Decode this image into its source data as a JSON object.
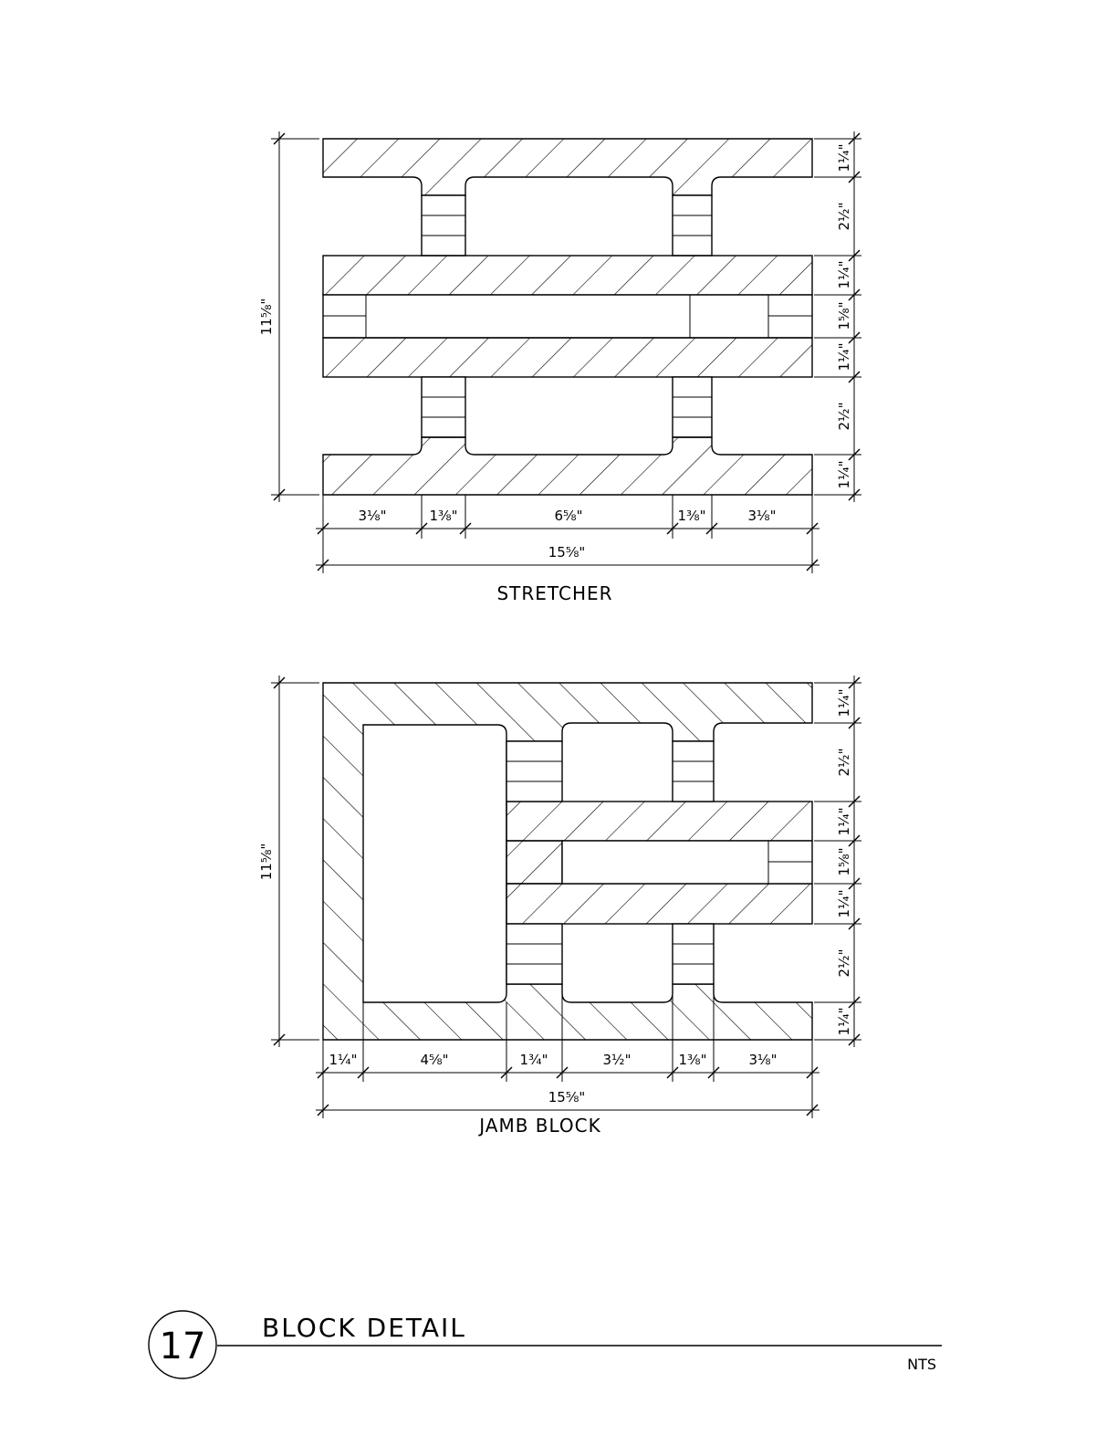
{
  "stretcher": {
    "label": "STRETCHER",
    "overall_height": "11⅝\"",
    "overall_width": "15⅝\"",
    "widths": [
      "3⅛\"",
      "1⅜\"",
      "6⅝\"",
      "1⅜\"",
      "3⅛\""
    ],
    "heights": [
      "1¼\"",
      "2½\"",
      "1¼\"",
      "1⅝\"",
      "1¼\"",
      "2½\"",
      "1¼\""
    ]
  },
  "jamb": {
    "label": "JAMB BLOCK",
    "overall_height": "11⅝\"",
    "overall_width": "15⅝\"",
    "widths": [
      "1¼\"",
      "4⅝\"",
      "1¾\"",
      "3½\"",
      "1⅜\"",
      "3⅛\""
    ],
    "heights": [
      "1¼\"",
      "2½\"",
      "1¼\"",
      "1⅝\"",
      "1¼\"",
      "2½\"",
      "1¼\""
    ]
  },
  "title_block": {
    "detail_number": "17",
    "title": "BLOCK DETAIL",
    "scale": "NTS"
  }
}
